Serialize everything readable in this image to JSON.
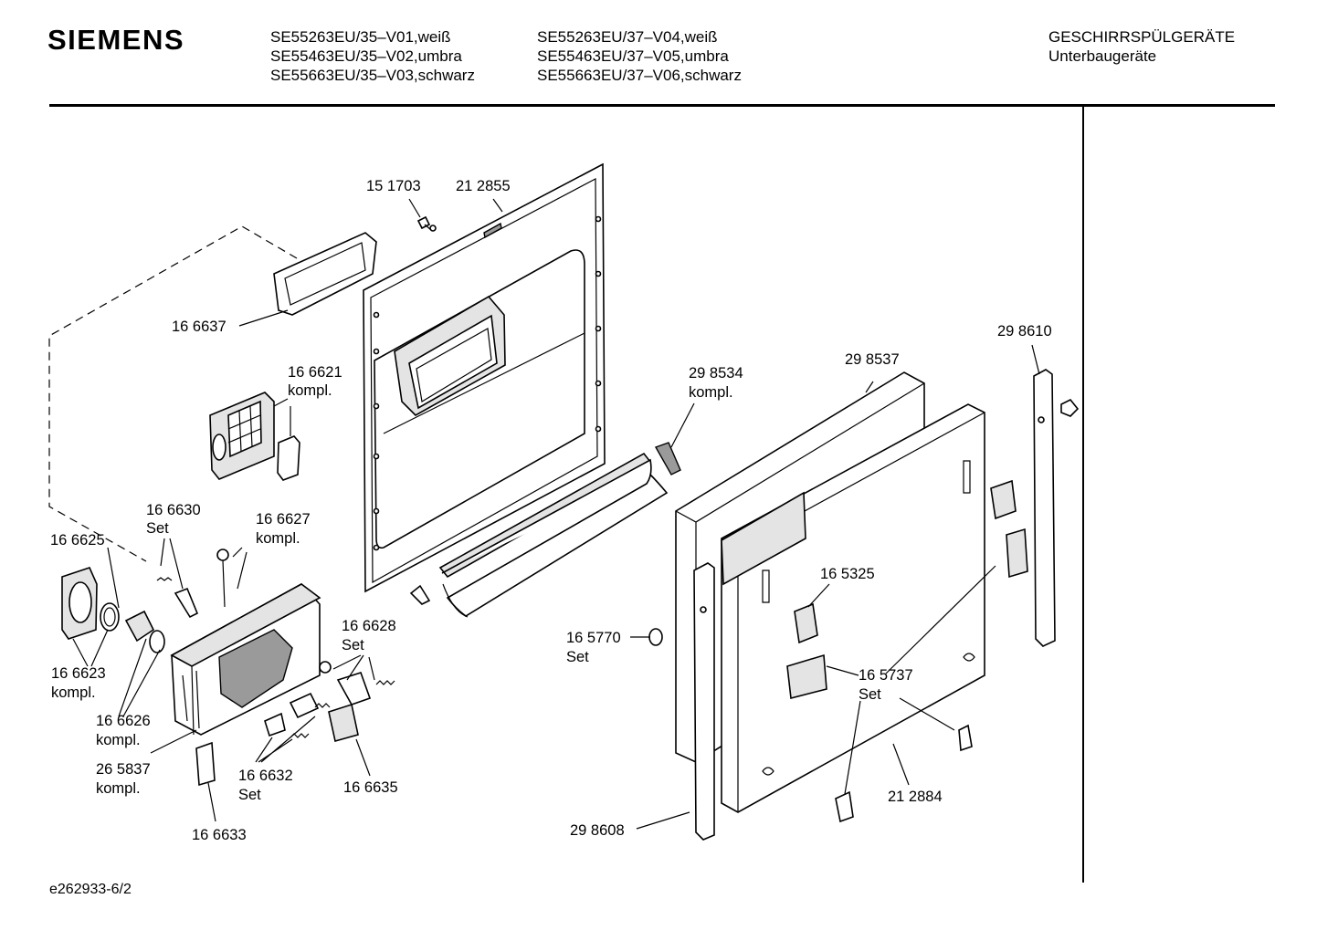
{
  "header": {
    "brand": "SIEMENS",
    "models_col1": [
      "SE55263EU/35–V01,weiß",
      "SE55463EU/35–V02,umbra",
      "SE55663EU/35–V03,schwarz"
    ],
    "models_col2": [
      "SE55263EU/37–V04,weiß",
      "SE55463EU/37–V05,umbra",
      "SE55663EU/37–V06,schwarz"
    ],
    "category": "GESCHIRRSPÜLGERÄTE",
    "subcategory": "Unterbaugeräte"
  },
  "parts": {
    "p151703": "15 1703",
    "p212855": "21 2855",
    "p166637": "16 6637",
    "p166621": [
      "16 6621",
      "kompl."
    ],
    "p298534": [
      "29 8534",
      "kompl."
    ],
    "p298537": "29 8537",
    "p298610": "29 8610",
    "p166630": [
      "16 6630",
      "Set"
    ],
    "p166627": [
      "16 6627",
      "kompl."
    ],
    "p166625": "16 6625",
    "p165325": "16 5325",
    "p166628": [
      "16 6628",
      "Set"
    ],
    "p165770": [
      "16 5770",
      "Set"
    ],
    "p166623": [
      "16 6623",
      "kompl."
    ],
    "p165737": [
      "16 5737",
      "Set"
    ],
    "p166626": [
      "16 6626",
      "kompl."
    ],
    "p265837": [
      "26 5837",
      "kompl."
    ],
    "p166632": [
      "16 6632",
      "Set"
    ],
    "p166635": "16 6635",
    "p212884": "21 2884",
    "p298608": "29 8608",
    "p166633": "16 6633"
  },
  "footer": {
    "doc_id": "e262933-6/2"
  }
}
